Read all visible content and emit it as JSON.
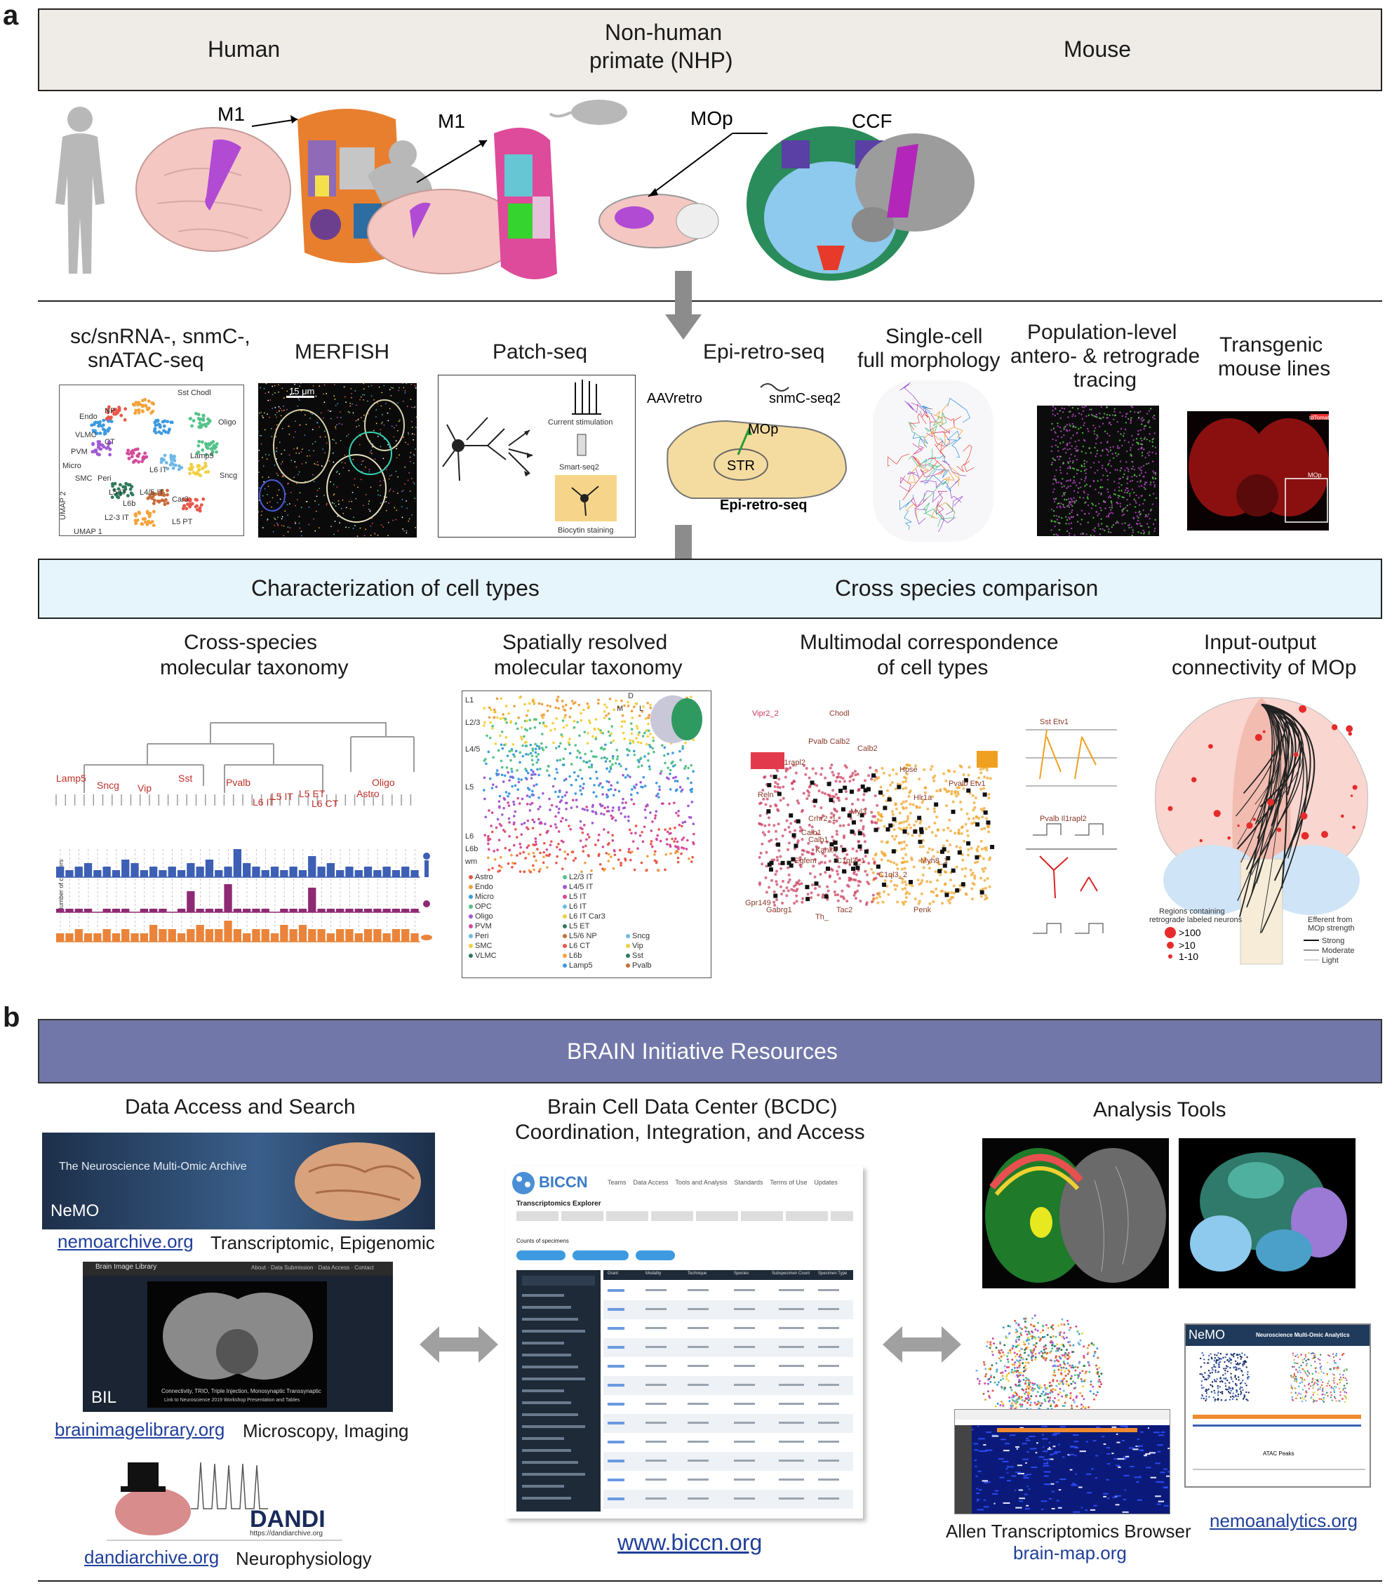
{
  "panel_a": {
    "letter": "a",
    "species": [
      "Human",
      "Non-human",
      "primate (NHP)",
      "Mouse"
    ],
    "brain_labels": {
      "human_m1": "M1",
      "nhp_m1": "M1",
      "mouse_mop": "MOp",
      "ccf": "CCF"
    },
    "methods": [
      {
        "line1": "sc/snRNA-, snmC-,",
        "line2": "snATAC-seq"
      },
      {
        "line1": "MERFISH",
        "line2": ""
      },
      {
        "line1": "Patch-seq",
        "line2": ""
      },
      {
        "line1": "Epi-retro-seq",
        "line2": ""
      },
      {
        "line1": "Single-cell",
        "line2": "full morphology"
      },
      {
        "line1": "Population-level",
        "line2": "antero- & retrograde",
        "line3": "tracing"
      },
      {
        "line1": "Transgenic",
        "line2": "mouse lines"
      }
    ],
    "umap_labels": [
      "Sst Chodl",
      "Endo",
      "NP",
      "Oligo",
      "VLMC",
      "CT",
      "PVM",
      "Micro",
      "SMC",
      "Peri",
      "L6 IT",
      "L5 IT",
      "L4/5 IT",
      "L6b",
      "Car3",
      "Sncg",
      "L5 PT",
      "L2-3 IT",
      "UMAP 1",
      "UMAP 2",
      "Lamp5"
    ],
    "merfish_scale": "15 μm",
    "patch_labels": {
      "current": "Current stimulation",
      "smart": "Smart-seq2",
      "biocytin": "Biocytin staining"
    },
    "epi_labels": {
      "aav": "AAVretro",
      "snmc": "snmC-seq2",
      "mop": "MOp",
      "str": "STR",
      "caption": "Epi-retro-seq"
    },
    "transgenic_labels": {
      "tdtomato": "tdTomato",
      "mop": "MOp"
    },
    "characterization_left": "Characterization of cell types",
    "characterization_right": "Cross species comparison",
    "analyses": [
      {
        "line1": "Cross-species",
        "line2": "molecular taxonomy"
      },
      {
        "line1": "Spatially resolved",
        "line2": "molecular taxonomy"
      },
      {
        "line1": "Multimodal correspondence",
        "line2": "of cell types"
      },
      {
        "line1": "Input-output",
        "line2": "connectivity of MOp"
      }
    ],
    "taxonomy_labels": [
      "Lamp5",
      "Sncg",
      "Vip",
      "Sst",
      "Pvalb",
      "L6 IT",
      "L5 IT",
      "L5 ET",
      "L6 CT",
      "Astro",
      "Oligo"
    ],
    "taxonomy_ylabel": "Number of clusters",
    "spatial_layers": [
      "L1",
      "L2/3",
      "L4/5",
      "L5",
      "L6",
      "L6b",
      "wm"
    ],
    "spatial_compass": {
      "d": "D",
      "m": "M",
      "l": "L"
    },
    "spatial_legend_col1": [
      "Astro",
      "Endo",
      "Micro",
      "OPC",
      "Oligo",
      "PVM",
      "Peri",
      "SMC",
      "VLMC"
    ],
    "spatial_legend_col2": [
      "L2/3 IT",
      "L4/5 IT",
      "L5 IT",
      "L6 IT",
      "L6 IT Car3",
      "L5 ET",
      "L5/6 NP",
      "L6 CT",
      "L6b",
      "Lamp5"
    ],
    "spatial_legend_col3": [
      "Sncg",
      "Vip",
      "Sst",
      "Pvalb"
    ],
    "multimodal_labels": [
      "Vipr2_2",
      "Chodl",
      "Pvalb",
      "Pvalb Calb2",
      "Calb2",
      "Sst",
      "Il1rapl2",
      "Reln",
      "Hpse",
      "Hlr1a",
      "Pvalb Etv1",
      "Crhr2_1",
      "Myl3",
      "Calb1",
      "Calb1",
      "Kank4",
      "Egfem",
      "Gpr149",
      "Gabrg1",
      "Th_",
      "C1ql3_1",
      "C1ql3_2",
      "Tac2",
      "Penk",
      "Myh8_1",
      "Sst Etv1",
      "Pvalb Il1rapl2"
    ],
    "connectivity_legend": {
      "regions_title": "Regions containing",
      "regions_title2": "retrograde labeled neurons",
      "sizes": [
        ">100",
        ">10",
        "1-10"
      ],
      "efferent_title": "Efferent from",
      "efferent_title2": "MOp strength",
      "strengths": [
        "Strong",
        "Moderate",
        "Light"
      ]
    }
  },
  "panel_b": {
    "letter": "b",
    "banner": "BRAIN Initiative Resources",
    "col_left_title": "Data Access and Search",
    "col_mid_title1": "Brain Cell Data Center (BCDC)",
    "col_mid_title2": "Coordination, Integration, and Access",
    "col_right_title": "Analysis Tools",
    "nemo": {
      "banner_text": "The Neuroscience Multi-Omic Archive",
      "logo": "NeMO",
      "link": "nemoarchive.org",
      "desc": "Transcriptomic, Epigenomic"
    },
    "bil": {
      "header": "Brain Image Library",
      "nav": "About  ·  Data Submission  ·  Data Access  ·  Contact",
      "caption": "Connectivity, TRIO, Triple Injection, Monosynaptic Transsynaptic",
      "caption2": "Link to Neuroscience 2019 Workshop Presentation and Tables",
      "logo": "BIL",
      "link": "brainimagelibrary.org",
      "desc": "Microscopy, Imaging"
    },
    "dandi": {
      "logo": "DANDI",
      "url": "https://dandiarchive.org",
      "link": "dandiarchive.org",
      "desc": "Neurophysiology"
    },
    "biccn": {
      "logo": "BICCN",
      "nav": [
        "Teams",
        "Data Access",
        "Tools and Analysis",
        "Standards",
        "Terms of Use",
        "Updates"
      ],
      "section": "Transcriptomics Explorer",
      "counts_label": "Counts of specimens",
      "table_headers": [
        "Grant",
        "Modality",
        "Technique",
        "Species",
        "Subspecimen Count",
        "Specimen Type"
      ],
      "link": "www.biccn.org"
    },
    "allen": {
      "title": "Allen Transcriptomics Browser",
      "link": "brain-map.org"
    },
    "nemo_analytics": {
      "logo": "NeMO",
      "title": "Neuroscience Multi-Omic Analytics",
      "track": "ATAC Peaks",
      "link": "nemoanalytics.org"
    }
  },
  "colors": {
    "header_box": "#efebe6",
    "char_box": "#e6f4fb",
    "brain_banner": "#7178a9",
    "arrow_gray": "#8c8c8c",
    "link_blue": "#1f3f9a",
    "taxonomy_blue": "#3d5fb4",
    "taxonomy_purple": "#8e2a74",
    "taxonomy_orange": "#e9843a",
    "motor_purple": "#b14bd4"
  },
  "chart_data": {
    "type": "bar",
    "series": [
      {
        "values": [
          3,
          2,
          3,
          4,
          2,
          3,
          2,
          5,
          4,
          2,
          3,
          2,
          3,
          2,
          4,
          3,
          5,
          2,
          3,
          8,
          4,
          3,
          2,
          3,
          2,
          3,
          2,
          6,
          3,
          4,
          2,
          3,
          2,
          3,
          2,
          3,
          2,
          3,
          2
        ]
      },
      {
        "values": [
          1,
          1,
          1,
          1,
          0,
          1,
          1,
          1,
          0,
          1,
          1,
          1,
          0,
          1,
          6,
          1,
          1,
          1,
          8,
          1,
          1,
          1,
          1,
          0,
          1,
          1,
          1,
          7,
          1,
          1,
          1,
          1,
          1,
          1,
          1,
          1,
          1,
          1,
          1
        ]
      },
      {
        "values": [
          2,
          2,
          3,
          2,
          2,
          3,
          2,
          3,
          2,
          2,
          4,
          3,
          3,
          2,
          3,
          4,
          3,
          3,
          5,
          3,
          2,
          3,
          3,
          2,
          4,
          3,
          4,
          3,
          3,
          2,
          3,
          3,
          2,
          3,
          3,
          2,
          3,
          3,
          2
        ]
      }
    ]
  }
}
